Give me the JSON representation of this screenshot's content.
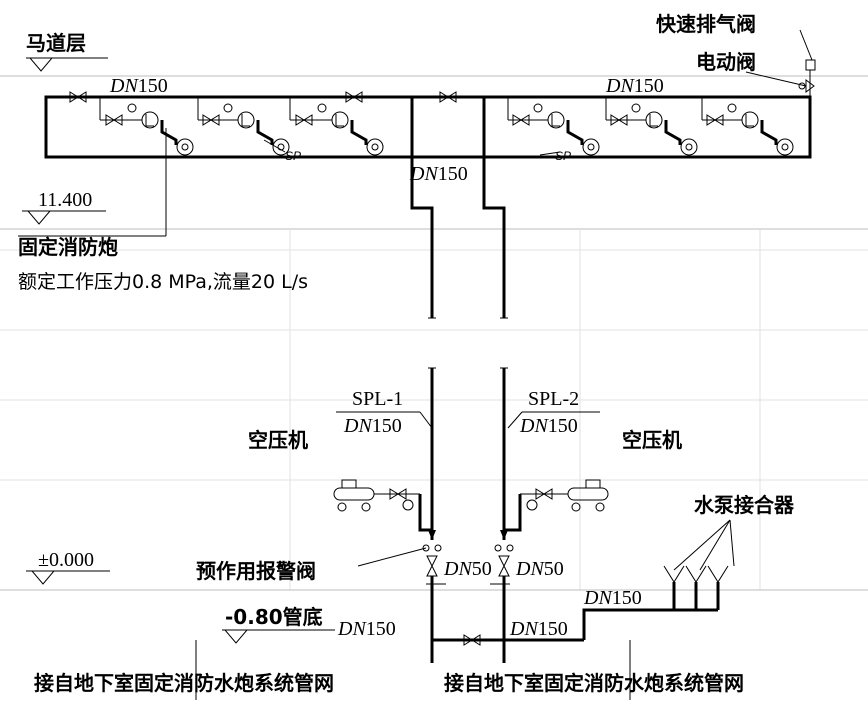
{
  "levels": {
    "madao": "马道层",
    "l11400": "11.400",
    "l0": "±0.000",
    "pipe_bottom": "-0.80管底"
  },
  "labels": {
    "exhaust_valve": "快速排气阀",
    "electric_valve": "电动阀",
    "fixed_cannon": "固定消防炮",
    "cannon_spec": "额定工作压力0.8 MPa,流量20 L/s",
    "spl1": "SPL-1",
    "spl2": "SPL-2",
    "compressor_left": "空压机",
    "compressor_right": "空压机",
    "pump_adapter": "水泵接合器",
    "alarm_valve": "预作用报警阀",
    "bottom_left": "接自地下室固定消防水炮系统管网",
    "bottom_right": "接自地下室固定消防水炮系统管网",
    "sp1": "SP",
    "sp2": "SP"
  },
  "dn": {
    "dn_prefix": "DN",
    "top_left": "150",
    "top_right": "150",
    "center": "150",
    "spl1": "150",
    "spl2": "150",
    "left_dn50": "50",
    "right_dn50": "50",
    "pump": "150",
    "bottom_left": "150",
    "bottom_right": "150"
  }
}
